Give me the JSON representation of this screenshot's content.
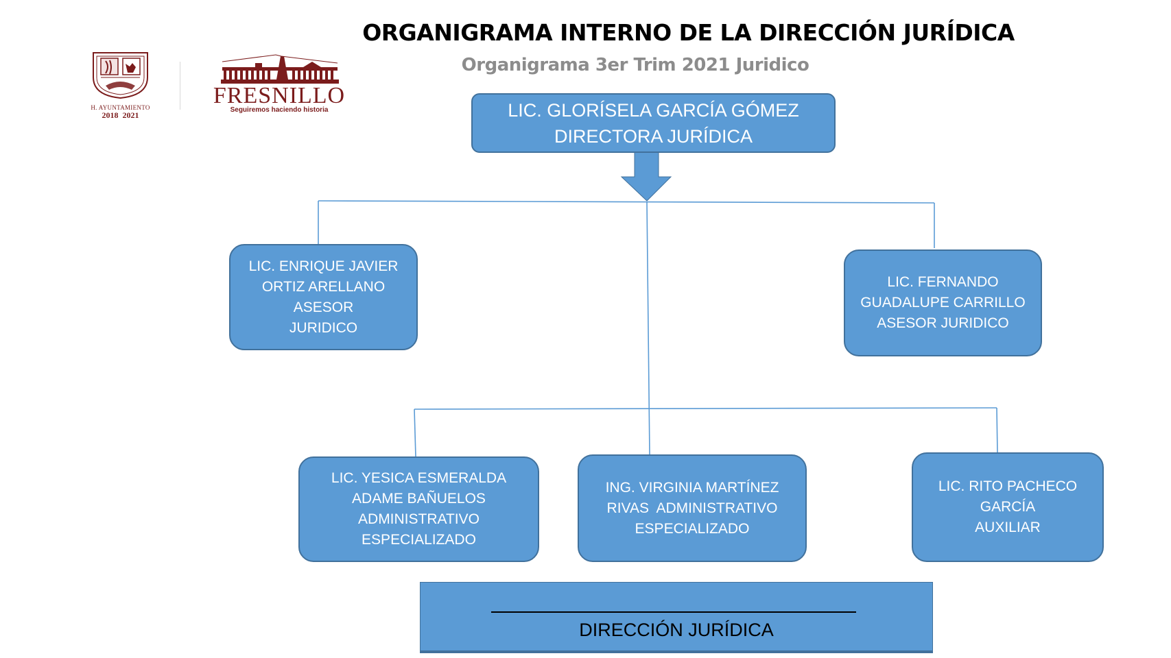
{
  "header": {
    "title": "ORGANIGRAMA INTERNO DE LA DIRECCIÓN JURÍDICA",
    "subtitle": "Organigrama 3er Trim 2021 Juridico"
  },
  "logos": {
    "ayuntamiento": {
      "line1": "H. AYUNTAMIENTO",
      "line2": "2018  2021"
    },
    "fresnillo": {
      "name": "FRESNILLO",
      "tagline": "Seguiremos haciendo historia"
    }
  },
  "colors": {
    "node_fill": "#5b9bd5",
    "node_border": "#41719c",
    "connector": "#5b9bd5",
    "logo_maroon": "#7b1c1c"
  },
  "org": {
    "director": {
      "lines": [
        "LIC. GLORÍSELA GARCÍA GÓMEZ",
        "DIRECTORA JURÍDICA"
      ]
    },
    "advisors": [
      {
        "lines": [
          "LIC. ENRIQUE JAVIER",
          "ORTIZ ARELLANO",
          "ASESOR",
          "JURIDICO"
        ]
      },
      {
        "lines": [
          "LIC. FERNANDO",
          "GUADALUPE CARRILLO",
          "ASESOR JURIDICO"
        ]
      }
    ],
    "staff": [
      {
        "lines": [
          "LIC. YESICA ESMERALDA",
          "ADAME BAÑUELOS",
          "ADMINISTRATIVO",
          "ESPECIALIZADO"
        ]
      },
      {
        "lines": [
          "ING. VIRGINIA MARTÍNEZ",
          "RIVAS  ADMINISTRATIVO",
          "ESPECIALIZADO"
        ]
      },
      {
        "lines": [
          "LIC. RITO PACHECO",
          "GARCÍA",
          "AUXILIAR"
        ]
      }
    ]
  },
  "signature": {
    "label": "DIRECCIÓN JURÍDICA"
  }
}
